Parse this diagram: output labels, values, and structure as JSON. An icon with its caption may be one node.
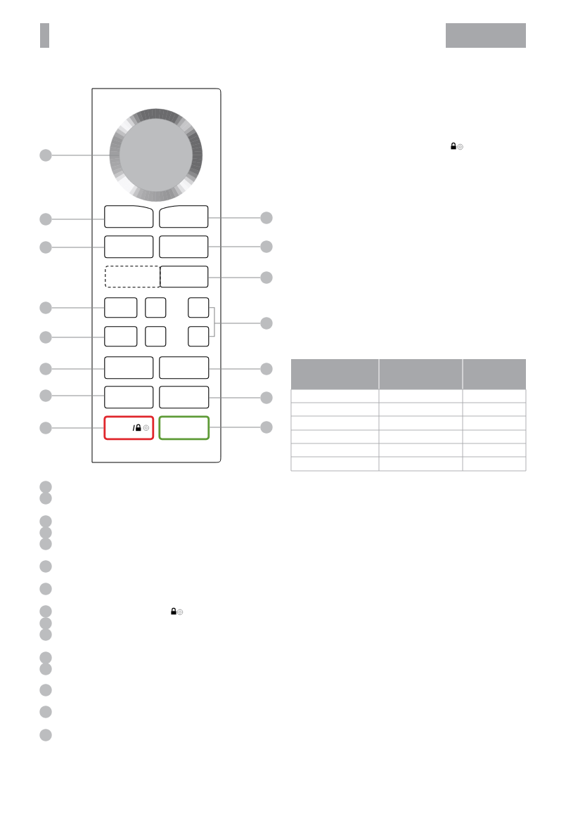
{
  "diagram": {
    "nodes": [
      {
        "text": [],
        "shape": "box"
      },
      {
        "text": [],
        "shape": "circle",
        "in": 0
      },
      {
        "text": [],
        "shape": "box",
        "in": 0
      },
      {
        "text": [],
        "shape": "box",
        "in": 0
      },
      {
        "text": [],
        "shape": "box",
        "in": 0
      },
      {
        "text": [],
        "shape": "box",
        "in": 0
      },
      {
        "text": [],
        "shape": "box",
        "in": 0
      },
      {
        "text": [],
        "shape": "box",
        "in": 0
      },
      {
        "text": [],
        "shape": "box",
        "in": 0
      },
      {
        "text": [],
        "shape": "box",
        "in": 0
      },
      {
        "text": [],
        "shape": "box",
        "in": 0
      },
      {
        "text": [],
        "shape": "box",
        "in": 0
      },
      {
        "text": [],
        "shape": "box",
        "in": 0
      },
      {
        "text": [],
        "shape": "box",
        "in": 0
      },
      {
        "text": [],
        "shape": "box",
        "in": 0
      },
      {
        "text": [],
        "shape": "box",
        "in": 0
      },
      {
        "text": [],
        "shape": "box",
        "in": 0
      },
      {
        "text": [],
        "shape": "box",
        "in": 0
      },
      {
        "text": [
          "/"
        ],
        "in": 0
      },
      {
        "text": [],
        "shape": "box",
        "in": 0
      },
      {
        "text": [],
        "shape": "circle"
      },
      {
        "text": [],
        "shape": "circle"
      },
      {
        "text": [],
        "shape": "circle"
      },
      {
        "text": [],
        "shape": "circle"
      },
      {
        "text": [],
        "shape": "circle"
      },
      {
        "text": [],
        "shape": "circle"
      },
      {
        "text": [],
        "shape": "circle"
      },
      {
        "text": [],
        "shape": "circle"
      },
      {
        "text": [],
        "shape": "circle"
      },
      {
        "text": [],
        "shape": "circle"
      },
      {
        "text": [],
        "shape": "circle"
      },
      {
        "text": [],
        "shape": "circle"
      },
      {
        "text": [],
        "shape": "circle"
      },
      {
        "text": [],
        "shape": "circle"
      },
      {
        "text": [],
        "shape": "circle"
      },
      {
        "text": [],
        "shape": "circle"
      },
      {
        "text": [],
        "shape": "circle"
      },
      {
        "text": [],
        "shape": "circle"
      },
      {
        "text": [],
        "shape": "circle"
      },
      {
        "text": [],
        "shape": "circle"
      },
      {
        "text": [],
        "shape": "circle"
      },
      {
        "text": [],
        "shape": "circle"
      },
      {
        "text": [],
        "shape": "circle"
      },
      {
        "text": [],
        "shape": "circle"
      },
      {
        "text": [],
        "shape": "circle"
      },
      {
        "text": [],
        "shape": "circle"
      },
      {
        "text": [],
        "shape": "circle"
      },
      {
        "text": [],
        "shape": "circle"
      },
      {
        "text": [],
        "shape": "circle"
      },
      {
        "text": [],
        "shape": "circle"
      }
    ],
    "edges": [
      {
        "from": 20,
        "to": 1,
        "arrow": "none"
      },
      {
        "from": 21,
        "to": 2,
        "arrow": "none"
      },
      {
        "from": 22,
        "to": 4,
        "arrow": "none"
      },
      {
        "from": 23,
        "to": 8,
        "arrow": "none"
      },
      {
        "from": 24,
        "to": 11,
        "arrow": "none"
      },
      {
        "from": 25,
        "to": 14,
        "arrow": "none"
      },
      {
        "from": 26,
        "to": 16,
        "arrow": "none"
      },
      {
        "from": 27,
        "to": 18,
        "arrow": "none"
      },
      {
        "from": 28,
        "to": 3,
        "arrow": "none"
      },
      {
        "from": 29,
        "to": 5,
        "arrow": "none"
      },
      {
        "from": 30,
        "to": 7,
        "arrow": "none"
      },
      {
        "from": 31,
        "to": 10,
        "arrow": "none"
      },
      {
        "from": 31,
        "to": 13,
        "arrow": "none"
      },
      {
        "from": 32,
        "to": 15,
        "arrow": "none"
      },
      {
        "from": 33,
        "to": 17,
        "arrow": "none"
      },
      {
        "from": 34,
        "to": 19,
        "arrow": "none"
      }
    ]
  }
}
